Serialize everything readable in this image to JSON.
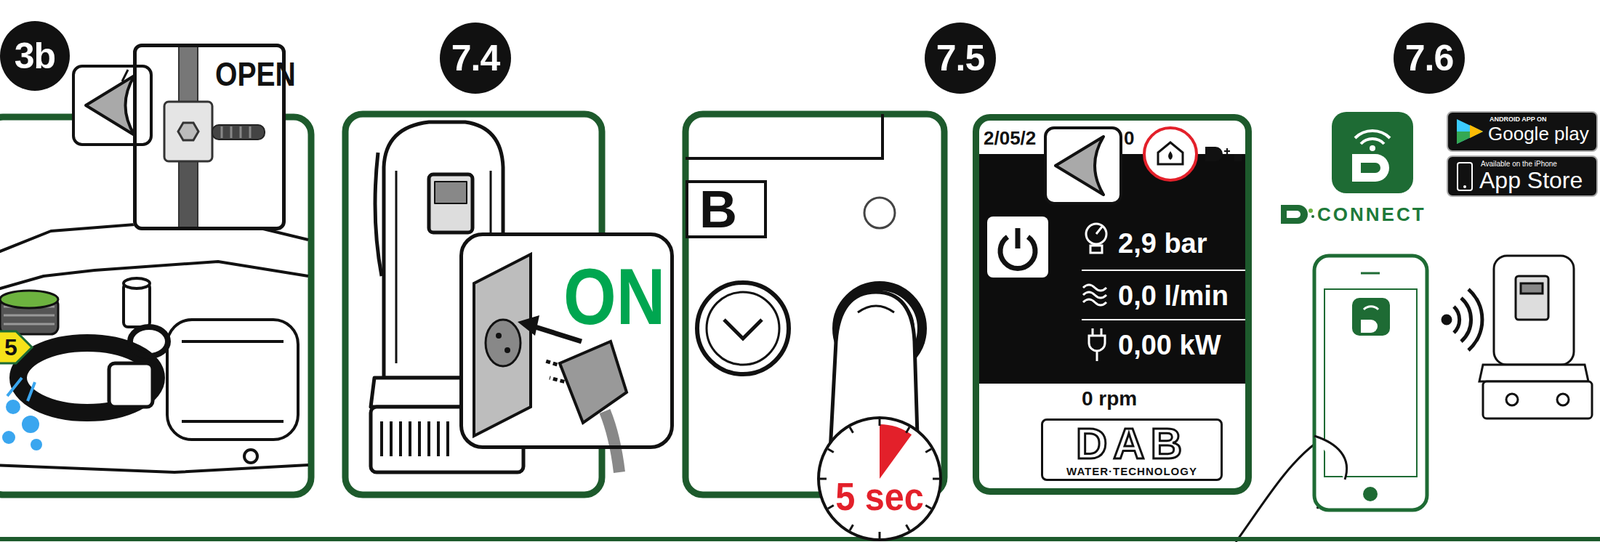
{
  "diagram": {
    "nodes": [
      {
        "text": [
          "3b"
        ]
      },
      {
        "text": [
          "OPEN"
        ]
      },
      {
        "text": [
          "7.4"
        ]
      },
      {
        "text": [
          "ON"
        ]
      },
      {
        "text": [
          "7.5"
        ]
      },
      {
        "text": [
          "5 sec"
        ]
      },
      {
        "text": [
          "2/05/2",
          "0",
          "2,9 bar",
          "0,0 l/min",
          "0,00 kW",
          "0 rpm"
        ]
      },
      {
        "text": [
          "DAB",
          "WATER·TECHNOLOGY"
        ],
        "in": 6
      },
      {
        "text": [
          "7.6"
        ]
      },
      {
        "text": [
          "ANDROID APP ON",
          "Google play"
        ]
      },
      {
        "text": [
          "Available on the iPhone",
          "App Store"
        ]
      }
    ],
    "labels": [
      "5",
      "B",
      "CONNECT"
    ]
  }
}
